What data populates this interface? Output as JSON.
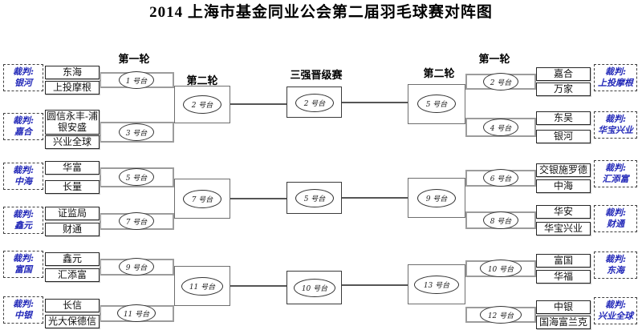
{
  "title": "2014 上海市基金同业公会第二届羽毛球赛对阵图",
  "headers": {
    "left_round1": "第一轮",
    "left_round2": "第二轮",
    "final": "三强晋级赛",
    "right_round2": "第二轮",
    "right_round1": "第一轮"
  },
  "referee_label": "裁判:",
  "left": {
    "referees": [
      "银河",
      "嘉合",
      "中海",
      "鑫元",
      "富国",
      "中银"
    ],
    "matches": [
      {
        "table": "1 号台",
        "team_top": "东海",
        "team_bottom": "上投摩根"
      },
      {
        "table": "3 号台",
        "team_top": "圆信永丰-浦银安盛",
        "team_bottom": "兴业全球"
      },
      {
        "table": "5 号台",
        "team_top": "华富",
        "team_bottom": "长量"
      },
      {
        "table": "7 号台",
        "team_top": "证监局",
        "team_bottom": "财通"
      },
      {
        "table": "9 号台",
        "team_top": "鑫元",
        "team_bottom": "汇添富"
      },
      {
        "table": "11 号台",
        "team_top": "长信",
        "team_bottom": "光大保德信"
      }
    ],
    "round2_tables": [
      "2 号台",
      "7 号台",
      "11 号台"
    ]
  },
  "center": {
    "tables": [
      "2 号台",
      "5 号台",
      "10 号台"
    ]
  },
  "right": {
    "referees": [
      "上投摩根",
      "华宝兴业",
      "汇添富",
      "财通",
      "东海",
      "兴业全球"
    ],
    "matches": [
      {
        "table": "2 号台",
        "team_top": "嘉合",
        "team_bottom": "万家"
      },
      {
        "table": "4 号台",
        "team_top": "东吴",
        "team_bottom": "银河"
      },
      {
        "table": "6 号台",
        "team_top": "交银施罗德",
        "team_bottom": "中海"
      },
      {
        "table": "8 号台",
        "team_top": "华安",
        "team_bottom": "华宝兴业"
      },
      {
        "table": "10 号台",
        "team_top": "富国",
        "team_bottom": "华福"
      },
      {
        "table": "12 号台",
        "team_top": "中银",
        "team_bottom": "国海富兰克"
      }
    ],
    "round2_tables": [
      "5 号台",
      "9 号台",
      "13 号台"
    ]
  }
}
